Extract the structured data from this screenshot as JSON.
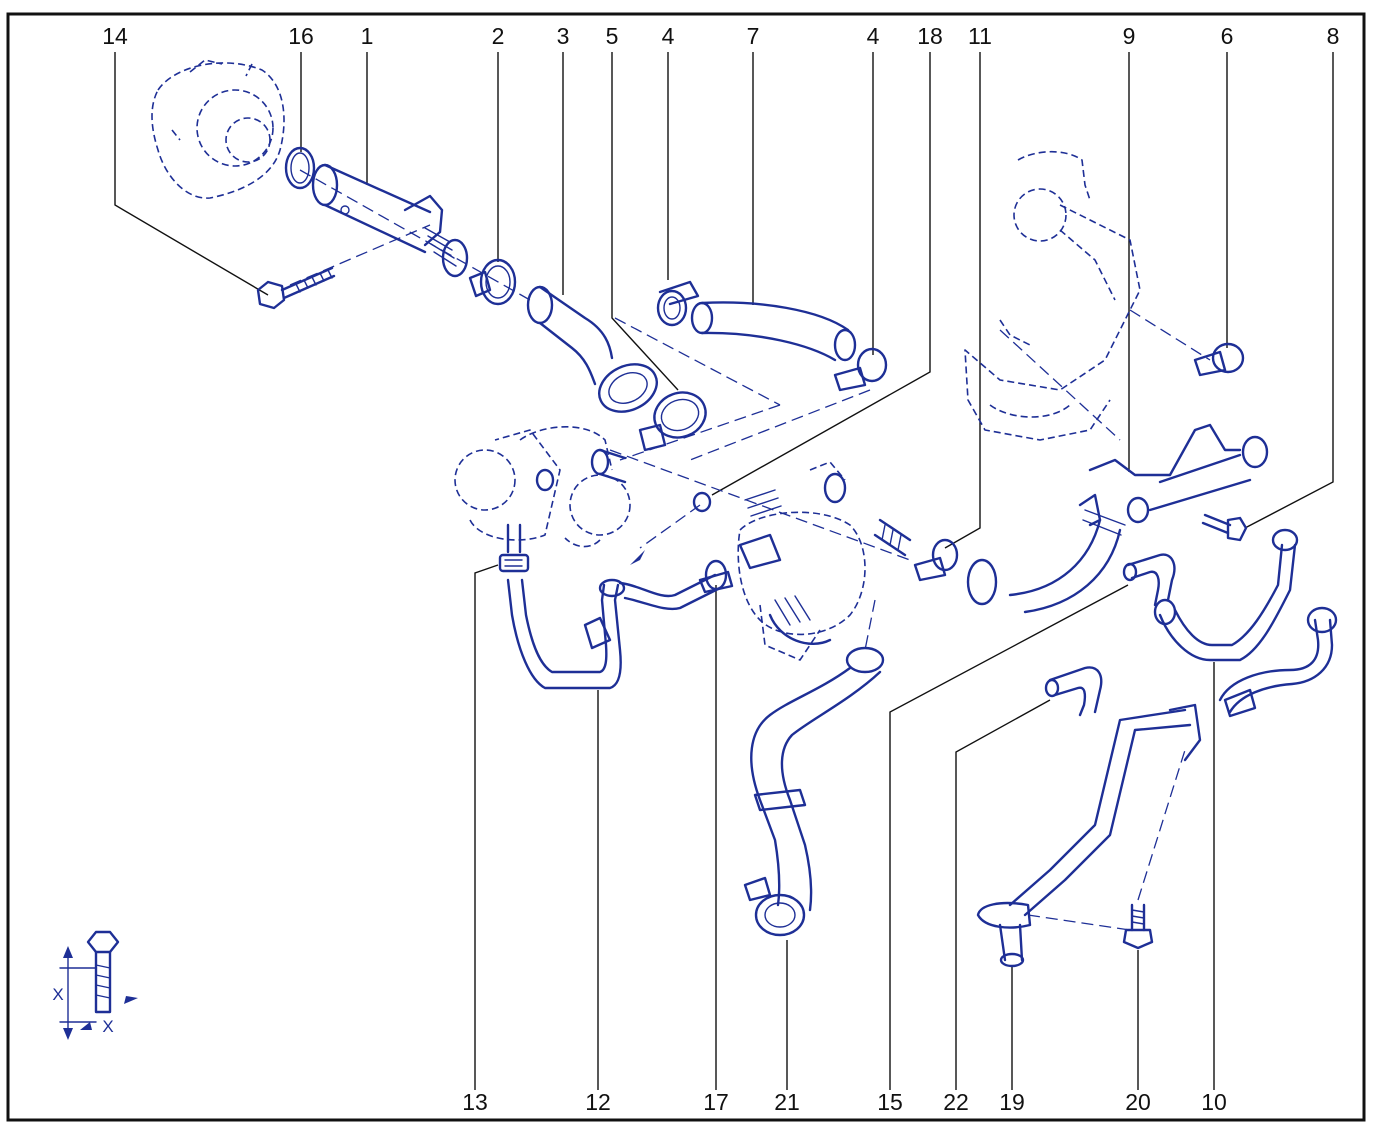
{
  "diagram": {
    "accent_color": "#1e2f96",
    "line_color": "#111111",
    "callouts_top": [
      "14",
      "16",
      "1",
      "2",
      "3",
      "5",
      "4",
      "7",
      "4",
      "18",
      "11",
      "9",
      "6",
      "8"
    ],
    "callouts_bottom": [
      "13",
      "12",
      "17",
      "21",
      "15",
      "22",
      "19",
      "20",
      "10"
    ],
    "legend": {
      "dimension_label": "X"
    }
  }
}
